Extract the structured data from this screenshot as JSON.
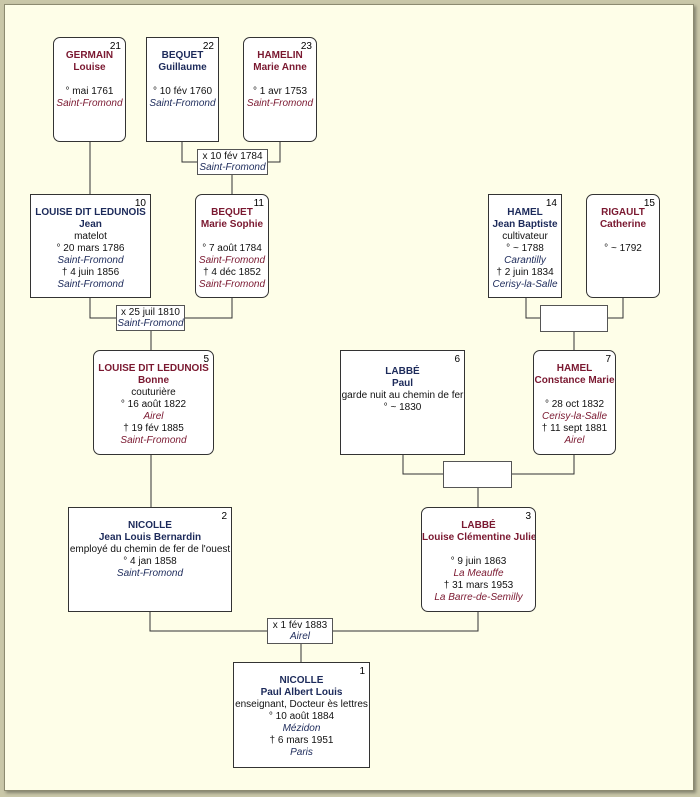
{
  "persons": {
    "p21": {
      "num": "21",
      "surname": "GERMAIN",
      "given": "Louise",
      "birth": "° mai 1761",
      "birth_place": "Saint-Fromond"
    },
    "p22": {
      "num": "22",
      "surname": "BEQUET",
      "given": "Guillaume",
      "birth": "° 10 fév 1760",
      "birth_place": "Saint-Fromond"
    },
    "p23": {
      "num": "23",
      "surname": "HAMELIN",
      "given": "Marie Anne",
      "birth": "° 1 avr 1753",
      "birth_place": "Saint-Fromond"
    },
    "p10": {
      "num": "10",
      "surname": "LOUISE DIT LEDUNOIS",
      "given": "Jean",
      "occupation": "matelot",
      "birth": "° 20 mars 1786",
      "birth_place": "Saint-Fromond",
      "death": "† 4 juin 1856",
      "death_place": "Saint-Fromond"
    },
    "p11": {
      "num": "11",
      "surname": "BEQUET",
      "given": "Marie Sophie",
      "birth": "° 7 août 1784",
      "birth_place": "Saint-Fromond",
      "death": "† 4 déc 1852",
      "death_place": "Saint-Fromond"
    },
    "p14": {
      "num": "14",
      "surname": "HAMEL",
      "given": "Jean Baptiste",
      "occupation": "cultivateur",
      "birth": "° ~ 1788",
      "birth_place": "Carantilly",
      "death": "† 2 juin 1834",
      "death_place": "Cerisy-la-Salle"
    },
    "p15": {
      "num": "15",
      "surname": "RIGAULT",
      "given": "Catherine",
      "birth": "° ~ 1792"
    },
    "p5": {
      "num": "5",
      "surname": "LOUISE DIT LEDUNOIS",
      "given": "Bonne",
      "occupation": "couturière",
      "birth": "° 16 août 1822",
      "birth_place": "Airel",
      "death": "† 19 fév 1885",
      "death_place": "Saint-Fromond"
    },
    "p6": {
      "num": "6",
      "surname": "LABBÉ",
      "given": "Paul",
      "occupation": "garde nuit au chemin de fer",
      "birth": "° ~ 1830"
    },
    "p7": {
      "num": "7",
      "surname": "HAMEL",
      "given": "Constance Marie",
      "birth": "° 28 oct 1832",
      "birth_place": "Cerisy-la-Salle",
      "death": "† 11 sept 1881",
      "death_place": "Airel"
    },
    "p2": {
      "num": "2",
      "surname": "NICOLLE",
      "given": "Jean Louis Bernardin",
      "occupation": "employé du chemin de fer de l'ouest",
      "birth": "° 4 jan 1858",
      "birth_place": "Saint-Fromond"
    },
    "p3": {
      "num": "3",
      "surname": "LABBÉ",
      "given": "Louise Clémentine Julie",
      "birth": "° 9 juin 1863",
      "birth_place": "La Meauffe",
      "death": "† 31 mars 1953",
      "death_place": "La Barre-de-Semilly"
    },
    "p1": {
      "num": "1",
      "surname": "NICOLLE",
      "given": "Paul Albert Louis",
      "occupation": "enseignant, Docteur ès lettres",
      "birth": "° 10 août 1884",
      "birth_place": "Mézidon",
      "death": "† 6 mars 1951",
      "death_place": "Paris"
    }
  },
  "marriages": {
    "m22_23": {
      "date": "x 10 fév 1784",
      "place": "Saint-Fromond"
    },
    "m10_11": {
      "date": "x 25 juil 1810",
      "place": "Saint-Fromond"
    },
    "m14_15": {
      "date": "",
      "place": ""
    },
    "m6_7": {
      "date": "",
      "place": ""
    },
    "m2_3": {
      "date": "x 1 fév 1883",
      "place": "Airel"
    }
  },
  "colors": {
    "male": "#1c2a5a",
    "female": "#7a1830",
    "background": "#fefee8",
    "outer": "#c9c7a8"
  }
}
